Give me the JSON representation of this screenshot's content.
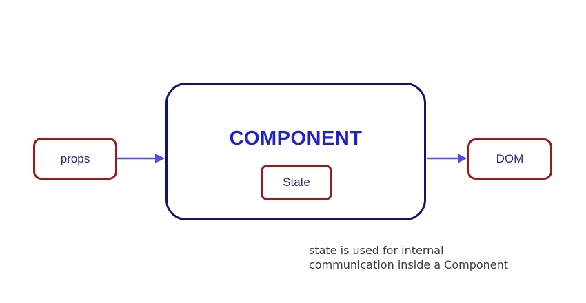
{
  "diagram": {
    "nodes": {
      "props": {
        "label": "props"
      },
      "component": {
        "label": "COMPONENT"
      },
      "state": {
        "label": "State"
      },
      "dom": {
        "label": "DOM"
      }
    },
    "arrows": [
      {
        "name": "props-to-component"
      },
      {
        "name": "component-to-dom"
      }
    ],
    "caption": {
      "line1": "state is used for internal",
      "line2": "communication inside a Component"
    },
    "colors": {
      "node_border_red": "#9a1a1a",
      "component_border_navy": "#121270",
      "component_text_blue": "#2121cc",
      "label_text_purple": "#3d2373",
      "arrow_blue": "#4e4ef0",
      "caption_text": "#3a3a3a",
      "background": "#ffffff"
    }
  }
}
